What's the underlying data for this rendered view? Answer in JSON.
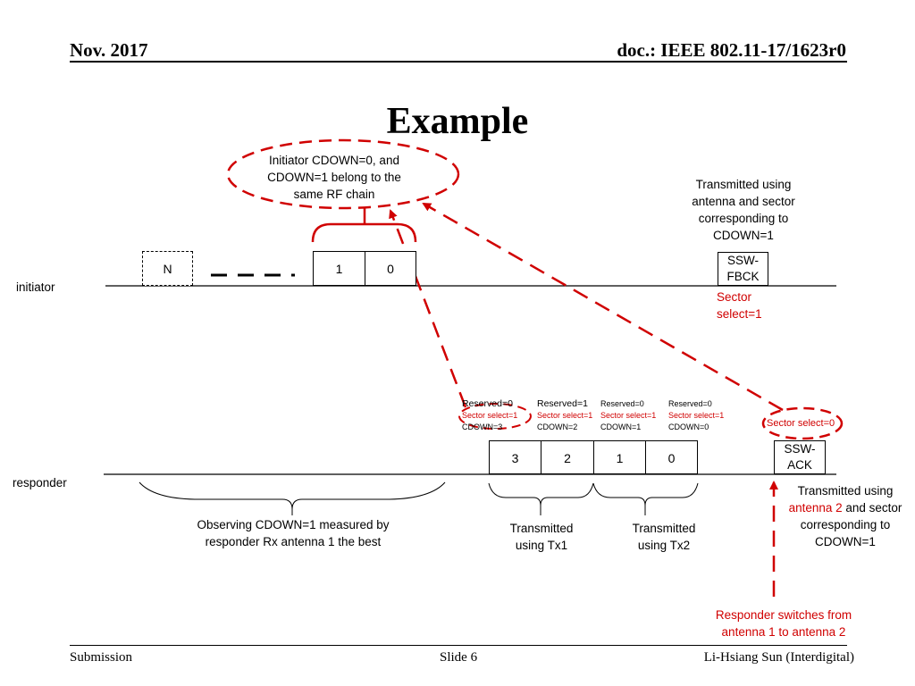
{
  "header": {
    "date": "Nov. 2017",
    "doc": "doc.: IEEE 802.11-17/1623r0"
  },
  "title": "Example",
  "footer": {
    "left": "Submission",
    "center": "Slide 6",
    "right": "Li-Hsiang Sun (Interdigital)"
  },
  "lines": {
    "initiator": "initiator",
    "responder": "responder"
  },
  "initiator": {
    "note_chain": [
      "Initiator CDOWN=0, and",
      "CDOWN=1 belong to the",
      "same RF chain"
    ],
    "frames": {
      "n": "N",
      "one": "1",
      "zero": "0"
    },
    "note_transmitted": [
      "Transmitted using",
      "antenna and sector",
      "corresponding to",
      "CDOWN=1"
    ],
    "fbck": [
      "SSW-",
      "FBCK"
    ],
    "sector_select": [
      "Sector",
      "select=1"
    ]
  },
  "responder": {
    "frames": [
      "3",
      "2",
      "1",
      "0"
    ],
    "annotations": [
      {
        "reserved": "Reserved=0",
        "sector": "Sector select=1",
        "cdown": "CDOWN=3"
      },
      {
        "reserved": "Reserved=1",
        "sector": "Sector select=1",
        "cdown": "CDOWN=2"
      },
      {
        "reserved": "Reserved=0",
        "sector": "Sector select=1",
        "cdown": "CDOWN=1"
      },
      {
        "reserved": "Reserved=0",
        "sector": "Sector select=1",
        "cdown": "CDOWN=0"
      }
    ],
    "ack_sector": "Sector select=0",
    "ack": [
      "SSW-",
      "ACK"
    ],
    "observing": [
      "Observing CDOWN=1 measured by",
      "responder Rx antenna 1 the best"
    ],
    "tx1": [
      "Transmitted",
      "using Tx1"
    ],
    "tx2": [
      "Transmitted",
      "using Tx2"
    ],
    "ack_note": {
      "line1": "Transmitted using",
      "line2_red": "antenna 2",
      "line2_rest": " and sector",
      "line3": "corresponding to",
      "line4": "CDOWN=1"
    },
    "switch_note": [
      "Responder switches from",
      "antenna 1 to antenna 2"
    ]
  },
  "colors": {
    "accent": "#d00000",
    "ink": "#000000"
  }
}
